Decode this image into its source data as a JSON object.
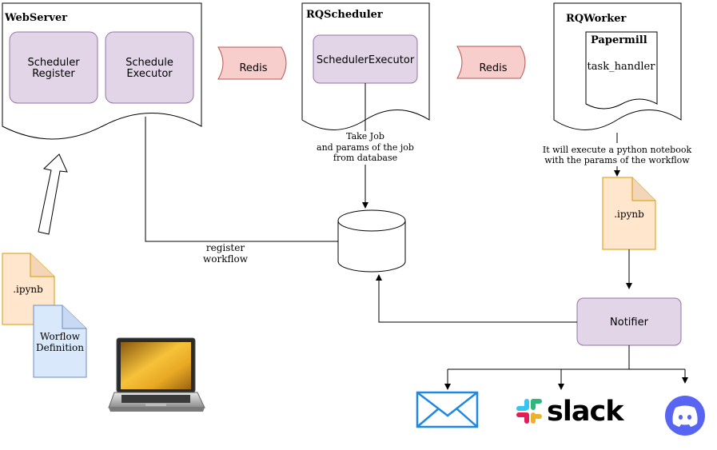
{
  "webserver": {
    "title": "WebServer",
    "scheduler_register": [
      "Scheduler",
      "Register"
    ],
    "schedule_executor": [
      "Schedule",
      "Executor"
    ]
  },
  "redis_left": "Redis",
  "rqscheduler": {
    "title": "RQScheduler",
    "executor": "SchedulerExecutor"
  },
  "redis_right": "Redis",
  "rqworker": {
    "title": "RQWorker",
    "papermill": "Papermill",
    "task_handler": "task_handler"
  },
  "take_job_label": [
    "Take Job",
    "and params of the job",
    "from database"
  ],
  "execute_label": [
    "It will execute a python notebook",
    "with the params of the workflow"
  ],
  "register_label": [
    "register",
    "workflow"
  ],
  "ipynb_worker": ".ipynb",
  "ipynb_left": ".ipynb",
  "workflow_definition": [
    "Worflow",
    "Definition"
  ],
  "notifier": "Notifier",
  "slack_wordmark": "slack",
  "colors": {
    "purple_fill": "#e1d5e7",
    "purple_stroke": "#9673a6",
    "redis_fill": "#f8cecc",
    "redis_stroke": "#b85450",
    "orange_fill": "#ffe6cc",
    "orange_stroke": "#d79b00",
    "blue_fill": "#dae8fc",
    "blue_stroke": "#6c8ebf",
    "mail_blue": "#1e88e5",
    "discord": "#5865f2"
  },
  "icons": [
    "mail-icon",
    "slack-logo",
    "discord-icon",
    "laptop-icon",
    "database-icon"
  ]
}
